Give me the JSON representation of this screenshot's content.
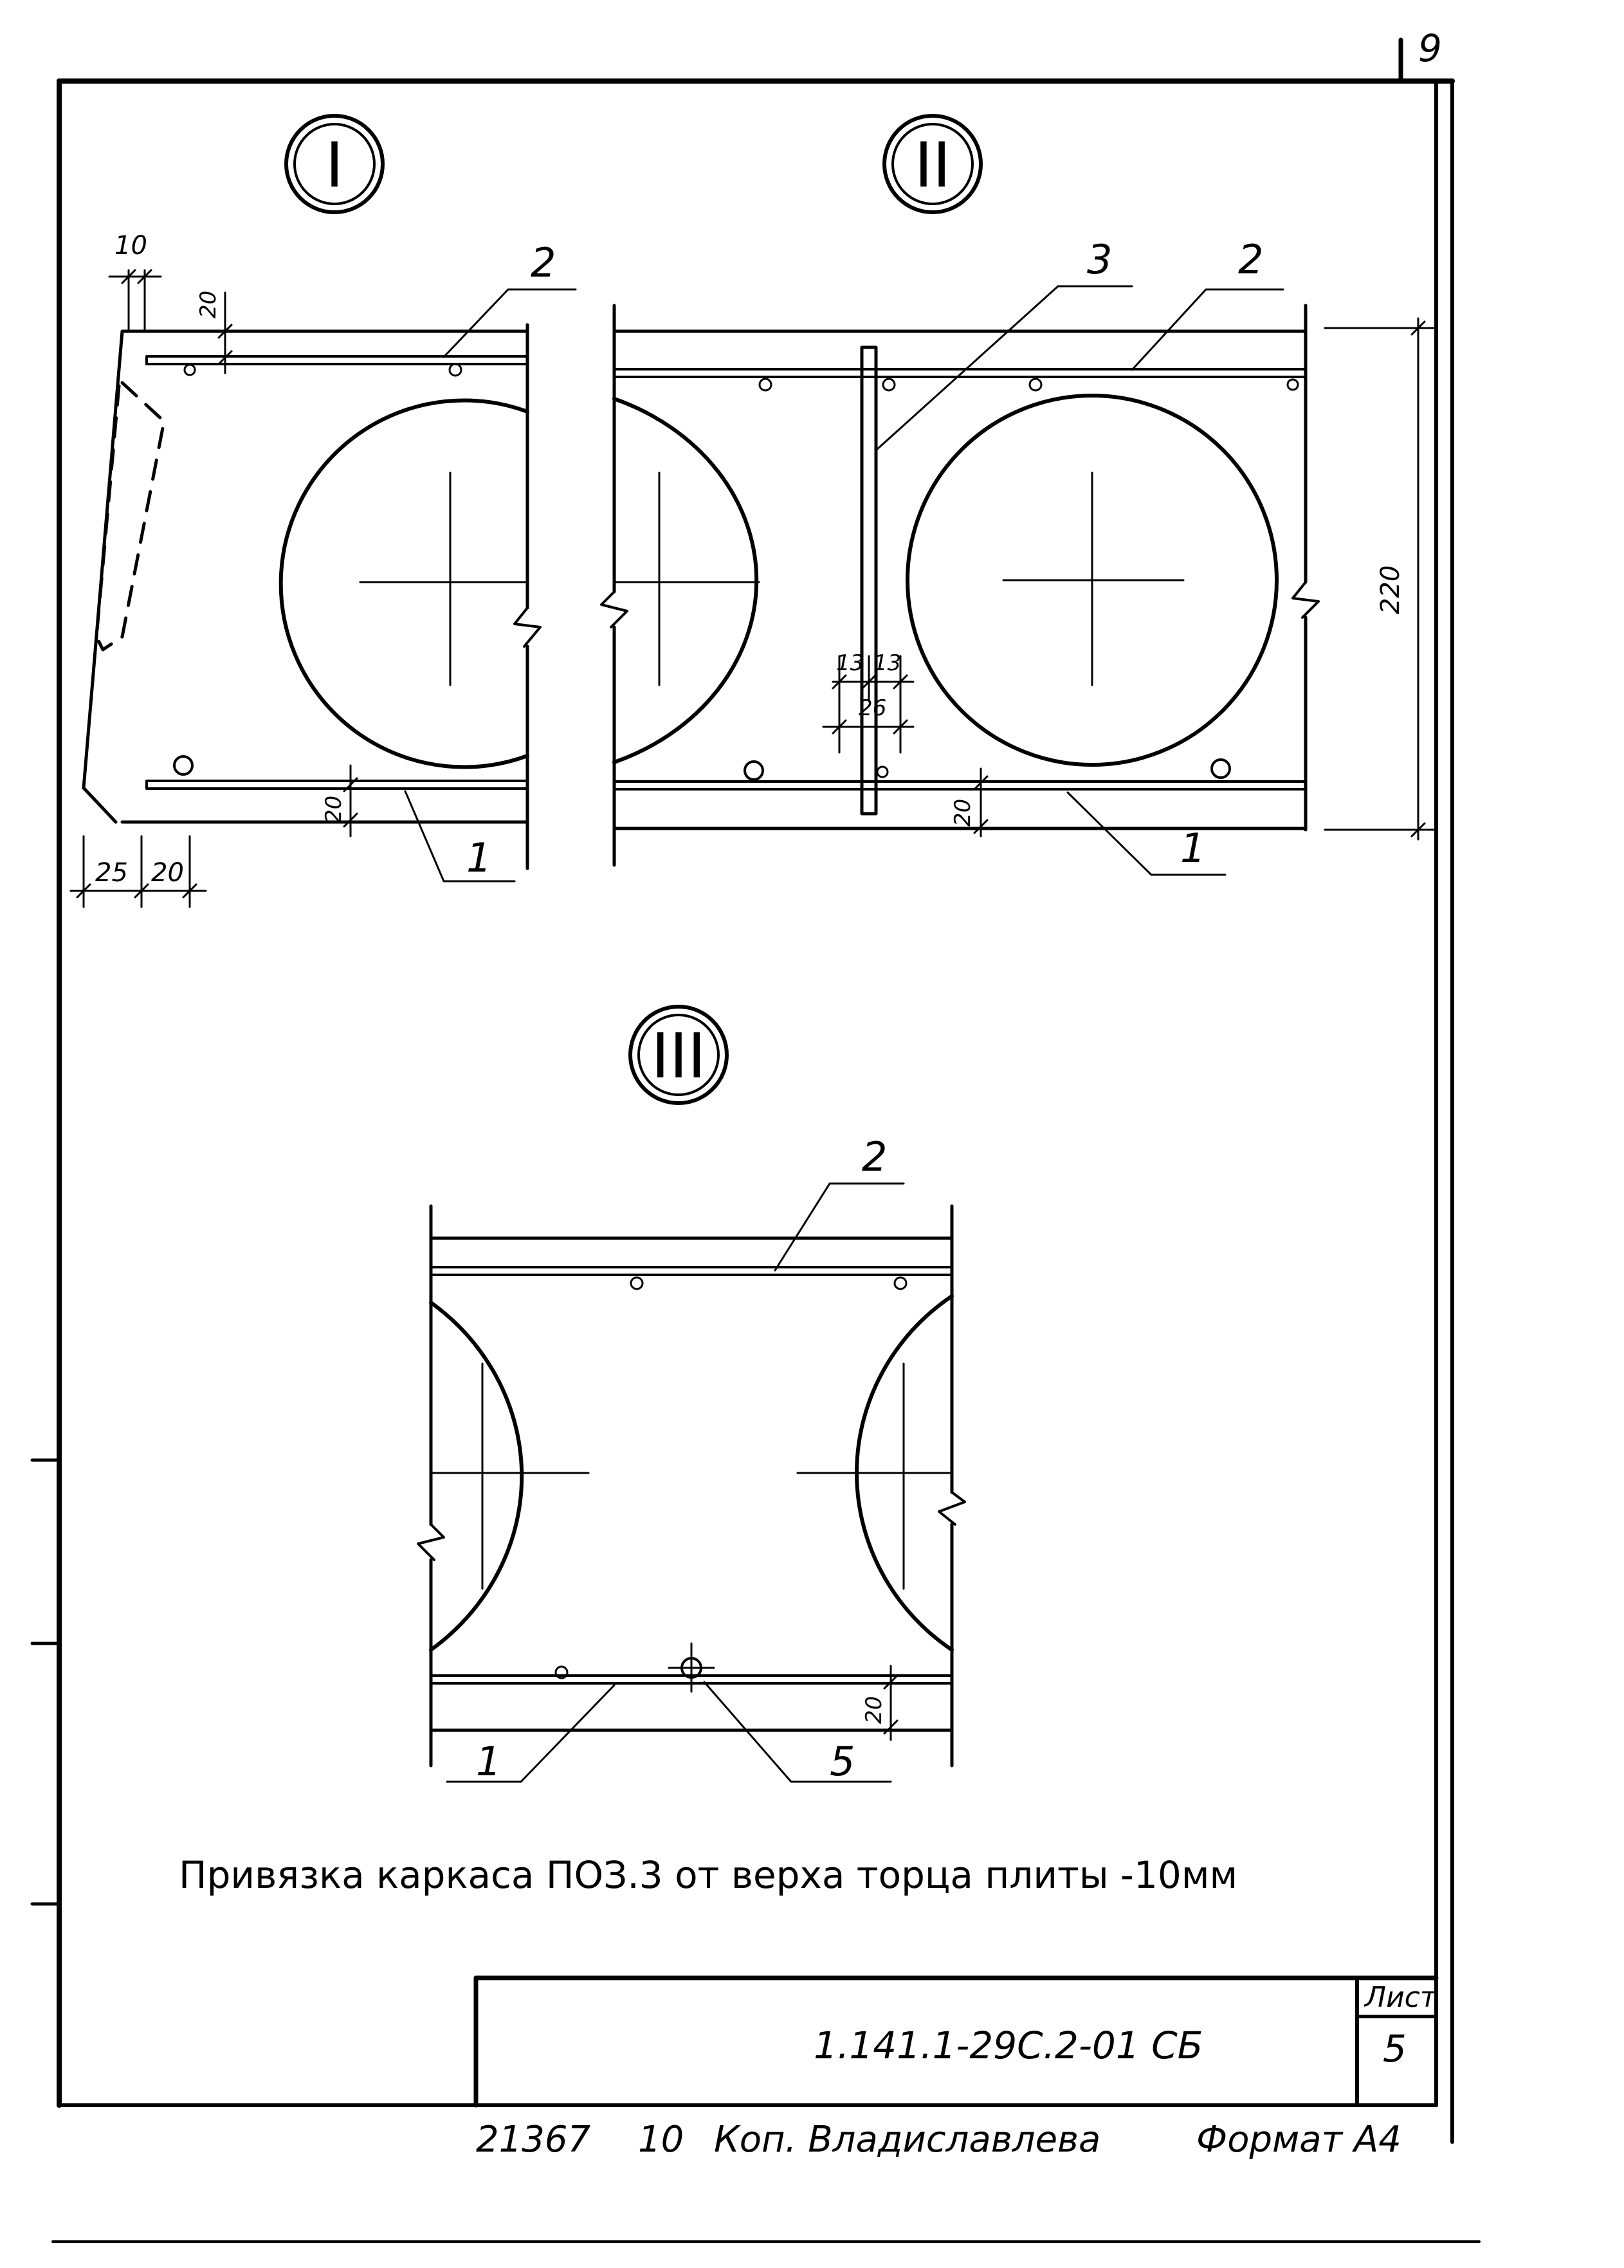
{
  "page_number": "9",
  "details": [
    {
      "id": "I",
      "label": "I"
    },
    {
      "id": "II",
      "label": "II"
    },
    {
      "id": "III",
      "label": "III"
    }
  ],
  "detail_I": {
    "dims": {
      "top_10": "10",
      "top_20": "20",
      "bottom_20": "20",
      "left_25": "25",
      "left_20": "20"
    },
    "callouts": {
      "top": "2",
      "bottom": "1"
    }
  },
  "detail_II": {
    "dims": {
      "height_220": "220",
      "w13a": "13",
      "w13b": "13",
      "w26": "26",
      "bottom_20": "20"
    },
    "callouts": {
      "c3": "3",
      "c2": "2",
      "c1": "1"
    }
  },
  "detail_III": {
    "dims": {
      "d20": "20"
    },
    "callouts": {
      "c2": "2",
      "c1": "1",
      "c5": "5"
    }
  },
  "note": "Привязка каркаса ПОЗ.3 от верха торца плиты -10мм",
  "title_block": {
    "sheet_label": "Лист",
    "sheet_number": "5",
    "doc_code": "1.141.1-29С.2-01 СБ"
  },
  "footer": {
    "inv": "21367",
    "num": "10",
    "copier": "Коп. Владиславлева",
    "format": "Формат А4"
  }
}
